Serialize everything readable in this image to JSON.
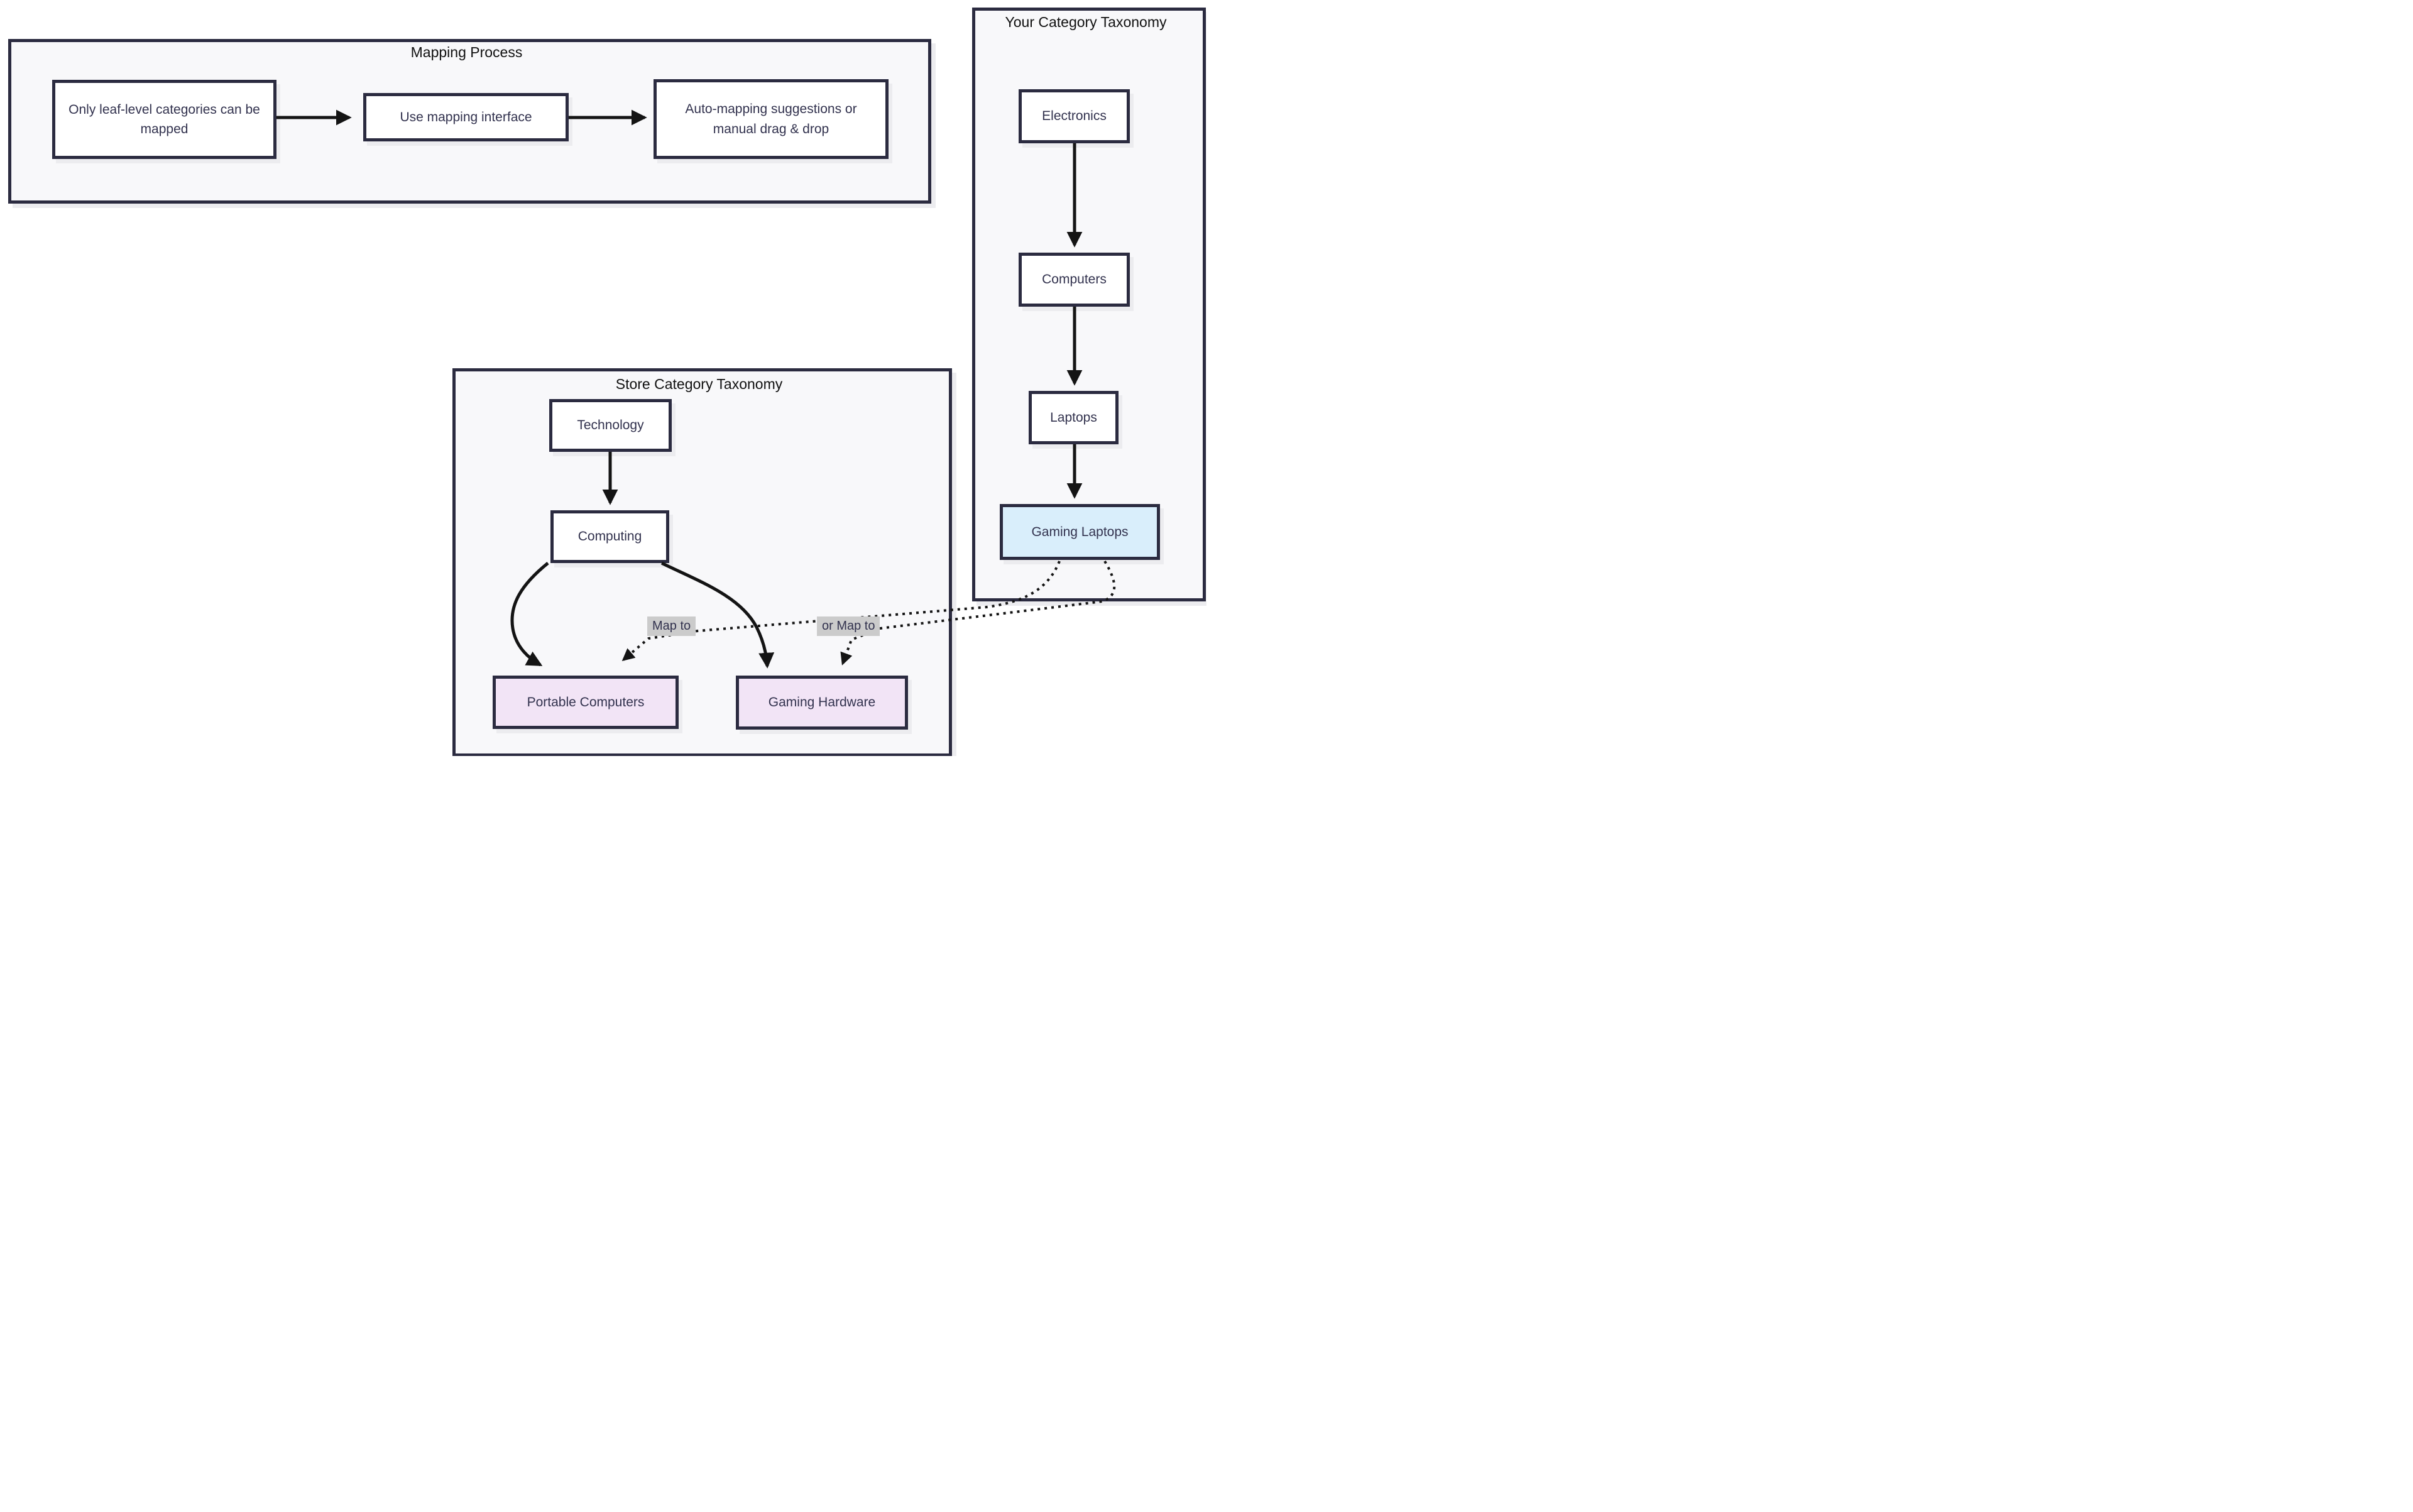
{
  "diagram_type": "flowchart",
  "colors": {
    "dark": "#2b2b40",
    "node_text": "#32324e",
    "title_text": "#111111",
    "node_bg": "#ffffff",
    "container_bg": "#f8f8fa",
    "highlight_bg": "#d9eefb",
    "mapped_bg": "#f2e4f6",
    "label_bg": "#cbcbcb",
    "edge": "#141414",
    "shadow": "#ececef"
  },
  "containers": {
    "mapping": {
      "title": "Mapping Process",
      "nodes": {
        "leaf": {
          "label": "Only leaf-level categories can be mapped"
        },
        "interface": {
          "label": "Use mapping interface"
        },
        "auto": {
          "label": "Auto-mapping suggestions or manual drag & drop"
        }
      }
    },
    "your_taxonomy": {
      "title": "Your Category Taxonomy",
      "nodes": {
        "electronics": {
          "label": "Electronics"
        },
        "computers": {
          "label": "Computers"
        },
        "laptops": {
          "label": "Laptops"
        },
        "gaming_laptops": {
          "label": "Gaming Laptops",
          "highlighted": true
        }
      }
    },
    "store_taxonomy": {
      "title": "Store Category Taxonomy",
      "nodes": {
        "technology": {
          "label": "Technology"
        },
        "computing": {
          "label": "Computing"
        },
        "portable_computers": {
          "label": "Portable Computers",
          "highlighted": true
        },
        "gaming_hardware": {
          "label": "Gaming Hardware",
          "highlighted": true
        }
      }
    }
  },
  "edges": [
    {
      "from": "Only leaf-level categories can be mapped",
      "to": "Use mapping interface",
      "style": "solid"
    },
    {
      "from": "Use mapping interface",
      "to": "Auto-mapping suggestions or manual drag & drop",
      "style": "solid"
    },
    {
      "from": "Electronics",
      "to": "Computers",
      "style": "solid"
    },
    {
      "from": "Computers",
      "to": "Laptops",
      "style": "solid"
    },
    {
      "from": "Laptops",
      "to": "Gaming Laptops",
      "style": "solid"
    },
    {
      "from": "Technology",
      "to": "Computing",
      "style": "solid"
    },
    {
      "from": "Computing",
      "to": "Portable Computers",
      "style": "solid"
    },
    {
      "from": "Computing",
      "to": "Gaming Hardware",
      "style": "solid"
    },
    {
      "from": "Gaming Laptops",
      "to": "Portable Computers",
      "style": "dotted",
      "label": "Map to"
    },
    {
      "from": "Gaming Laptops",
      "to": "Gaming Hardware",
      "style": "dotted",
      "label": "or Map to"
    }
  ],
  "edge_labels": {
    "map_to": "Map to",
    "or_map_to": "or Map to"
  }
}
